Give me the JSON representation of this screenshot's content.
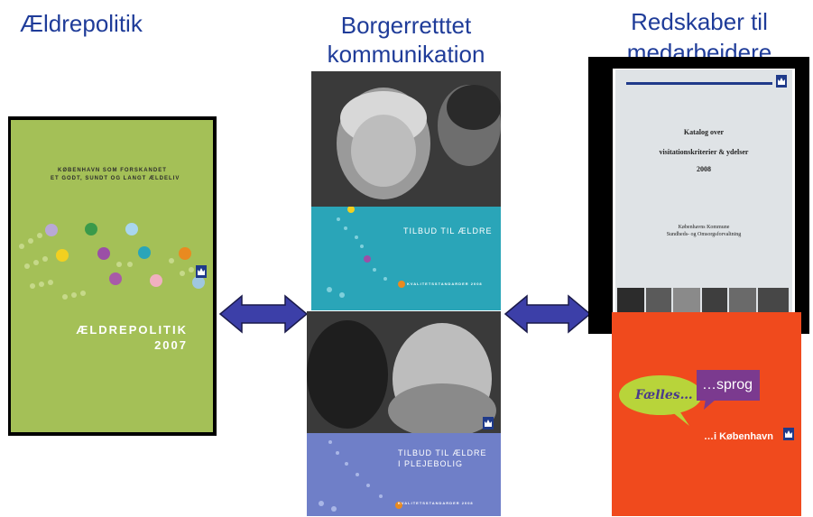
{
  "headings": {
    "left": "Ældrepolitik",
    "middle_line1": "Borgerretttet",
    "middle_line2": "kommunikation",
    "right_line1": "Redskaber til",
    "right_line2": "medarbejdere"
  },
  "policy_cover": {
    "header_line1": "KØBENHAVN SOM FORSKANDET",
    "header_line2": "ET GODT, SUNDT OG LANGT ÆLDELIV",
    "title_line1": "ÆLDREPOLITIK",
    "title_line2": "2007"
  },
  "brochure_top": {
    "title": "TILBUD TIL ÆLDRE",
    "footer": "KVALITETSSTANDARDER 2008"
  },
  "brochure_bottom": {
    "title_line1": "TILBUD TIL ÆLDRE",
    "title_line2": "I PLEJEBOLIG",
    "footer": "KVALITETSSTANDARDER 2008"
  },
  "catalog_cover": {
    "line1": "Katalog over",
    "line2": "visitationskriterier & ydelser",
    "year": "2008",
    "org_line1": "Københavns Kommune",
    "org_line2": "Sundheds- og Omsorgsforvaltning"
  },
  "poster": {
    "bubble_left": "Fælles…",
    "bubble_right": "…sprog",
    "tagline": "…i København"
  },
  "colors": {
    "heading": "#1f3c99",
    "arrow": "#3c3fa8",
    "policy_green": "#a4c057",
    "teal": "#2aa5b8",
    "purple_blue": "#6f7fc8",
    "poster_orange": "#f04a1d"
  },
  "icons": [
    "crest-icon",
    "double-arrow-icon"
  ]
}
